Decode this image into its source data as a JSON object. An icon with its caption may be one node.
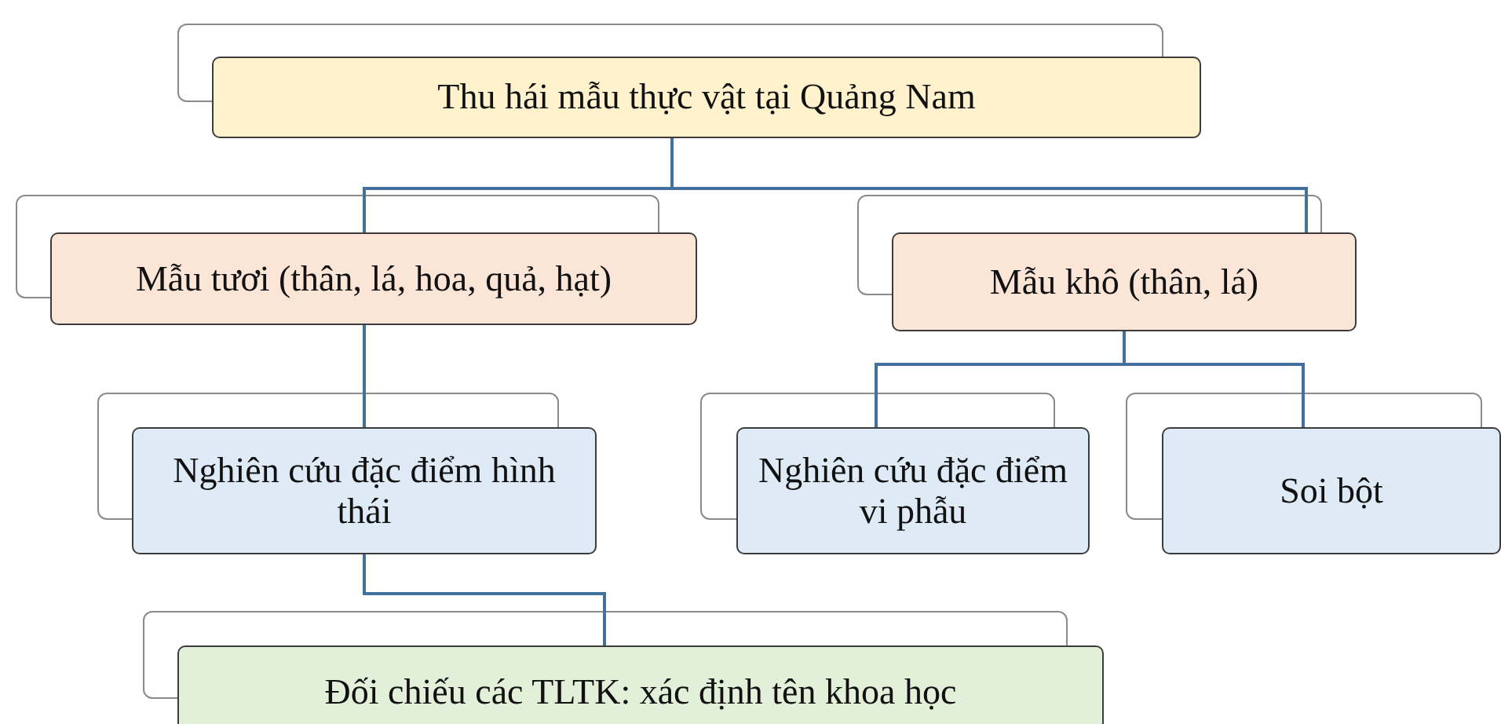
{
  "diagram": {
    "nodes": [
      {
        "text": [
          "Thu hái mẫu thực vật tại Quảng Nam"
        ]
      },
      {
        "text": [
          "Mẫu tươi (thân, lá, hoa, quả, hạt)"
        ]
      },
      {
        "text": [
          "Mẫu khô (thân, lá)"
        ]
      },
      {
        "text": [
          "Nghiên cứu đặc điểm hình thái"
        ]
      },
      {
        "text": [
          "Nghiên cứu đặc điểm vi phẫu"
        ]
      },
      {
        "text": [
          "Soi bột"
        ]
      },
      {
        "text": [
          "Đối chiếu các TLTK: xác định tên khoa học"
        ]
      }
    ],
    "edges": [
      {
        "from": 0,
        "to": 1,
        "arrow": "none"
      },
      {
        "from": 0,
        "to": 2,
        "arrow": "none"
      },
      {
        "from": 1,
        "to": 3,
        "arrow": "none"
      },
      {
        "from": 2,
        "to": 4,
        "arrow": "none"
      },
      {
        "from": 2,
        "to": 5,
        "arrow": "none"
      },
      {
        "from": 3,
        "to": 6,
        "arrow": "none"
      }
    ]
  }
}
